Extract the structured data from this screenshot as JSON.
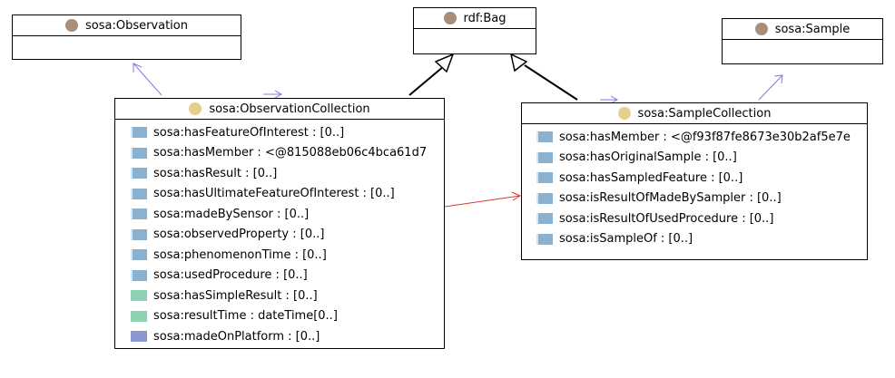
{
  "classes": {
    "observation": {
      "name": "sosa:Observation"
    },
    "bag": {
      "name": "rdf:Bag"
    },
    "sample": {
      "name": "sosa:Sample"
    },
    "observation_collection": {
      "name": "sosa:ObservationCollection",
      "attributes": [
        {
          "text": "sosa:hasFeatureOfInterest : [0..]",
          "kind": "object"
        },
        {
          "text": "sosa:hasMember : <@815088eb06c4bca61d7",
          "kind": "object"
        },
        {
          "text": "sosa:hasResult : [0..]",
          "kind": "object"
        },
        {
          "text": "sosa:hasUltimateFeatureOfInterest : [0..]",
          "kind": "object"
        },
        {
          "text": "sosa:madeBySensor : [0..]",
          "kind": "object"
        },
        {
          "text": "sosa:observedProperty : [0..]",
          "kind": "object"
        },
        {
          "text": "sosa:phenomenonTime : [0..]",
          "kind": "object"
        },
        {
          "text": "sosa:usedProcedure : [0..]",
          "kind": "object"
        },
        {
          "text": "sosa:hasSimpleResult : [0..]",
          "kind": "datatype"
        },
        {
          "text": "sosa:resultTime : dateTime[0..]",
          "kind": "datatype"
        },
        {
          "text": "sosa:madeOnPlatform : [0..]",
          "kind": "annotation"
        }
      ]
    },
    "sample_collection": {
      "name": "sosa:SampleCollection",
      "attributes": [
        {
          "text": "sosa:hasMember : <@f93f87fe8673e30b2af5e7e",
          "kind": "object"
        },
        {
          "text": "sosa:hasOriginalSample : [0..]",
          "kind": "object"
        },
        {
          "text": "sosa:hasSampledFeature : [0..]",
          "kind": "object"
        },
        {
          "text": "sosa:isResultOfMadeBySampler : [0..]",
          "kind": "object"
        },
        {
          "text": "sosa:isResultOfUsedProcedure : [0..]",
          "kind": "object"
        },
        {
          "text": "sosa:isSampleOf : [0..]",
          "kind": "object"
        }
      ]
    }
  },
  "colors": {
    "object_property": "#8ab1cf",
    "datatype_property": "#8ed2b4",
    "annotation_property": "#8b97cf",
    "class_dot": "#a98f7a",
    "collection_dot": "#e5cf8c",
    "association_edge": "#7c7ce0",
    "reference_edge": "#d63a3a",
    "generalization_edge": "#000000"
  }
}
